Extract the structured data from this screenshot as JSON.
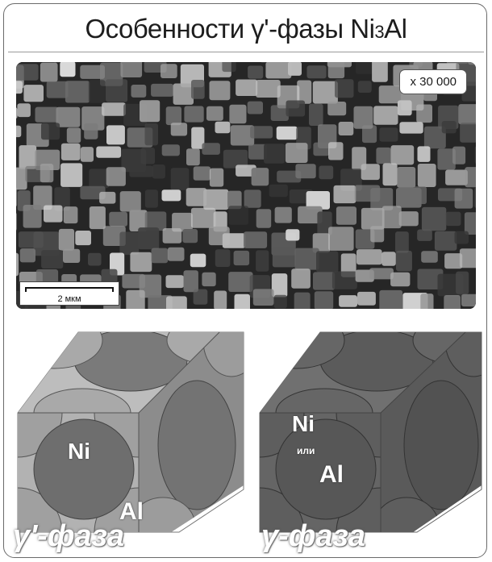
{
  "title": {
    "main": "Особенности γ'-фазы Ni",
    "subscript": "3",
    "tail": "Al"
  },
  "micrograph": {
    "magnification": "x 30 000",
    "scale_label": "2 мкм"
  },
  "cubes": {
    "left": {
      "label_ni": "Ni",
      "label_al": "Al",
      "phase": "γ'-фаза"
    },
    "right": {
      "label_ni": "Ni",
      "label_or": "или",
      "label_al": "Al",
      "phase": "γ-фаза"
    }
  },
  "colors": {
    "frame": "#6a6a6a",
    "left_face_light": "#9a9a9a",
    "right_face_dark": "#5e5e5e"
  }
}
